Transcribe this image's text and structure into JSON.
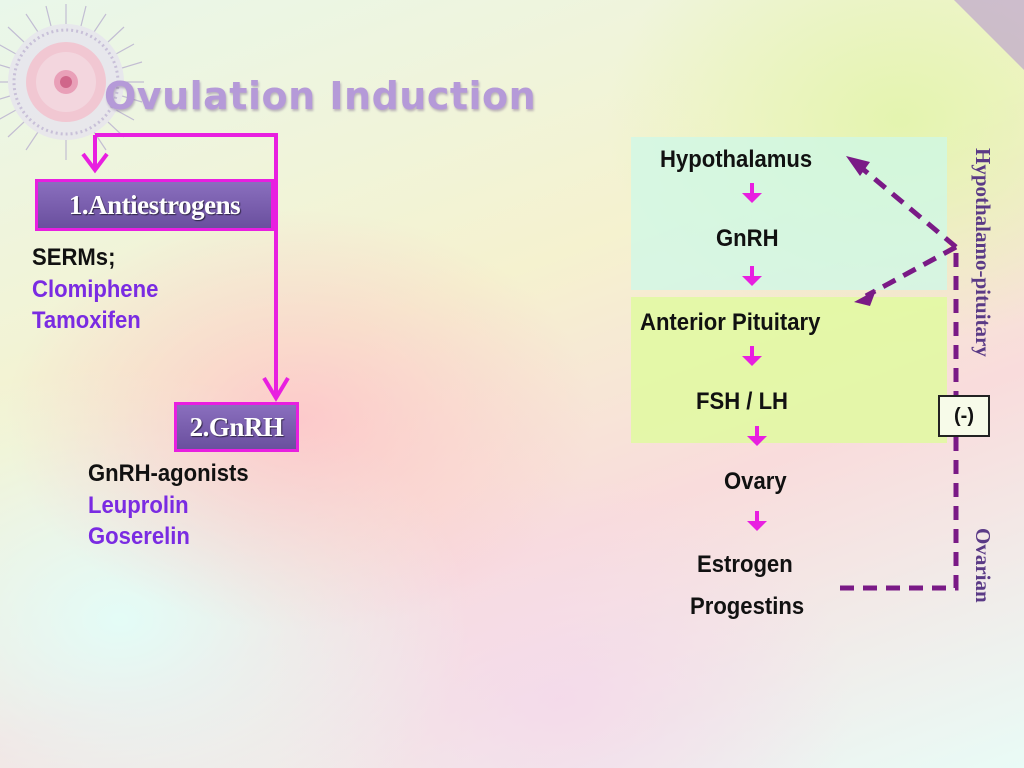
{
  "title": "Ovulation Induction",
  "left": {
    "group1": {
      "label": "1.Antiestrogens",
      "heading": "SERMs;",
      "drugs": [
        "Clomiphene",
        "Tamoxifen"
      ]
    },
    "group2": {
      "label": "2.GnRH",
      "heading": "GnRH-agonists",
      "drugs": [
        "Leuprolin",
        "Goserelin"
      ]
    }
  },
  "axis": {
    "steps": [
      "Hypothalamus",
      "GnRH",
      "Anterior Pituitary",
      "FSH / LH",
      "Ovary",
      "Estrogen",
      "Progestins"
    ],
    "side_labels": {
      "upper": "Hypothalamo-pituitary",
      "lower": "Ovarian"
    },
    "feedback_sign": "(-)"
  },
  "colors": {
    "accent_magenta": "#e81fe0",
    "feedback_purple": "#7a1a86",
    "box_purple": "#7a5fae",
    "drug_text": "#7a2be2"
  }
}
